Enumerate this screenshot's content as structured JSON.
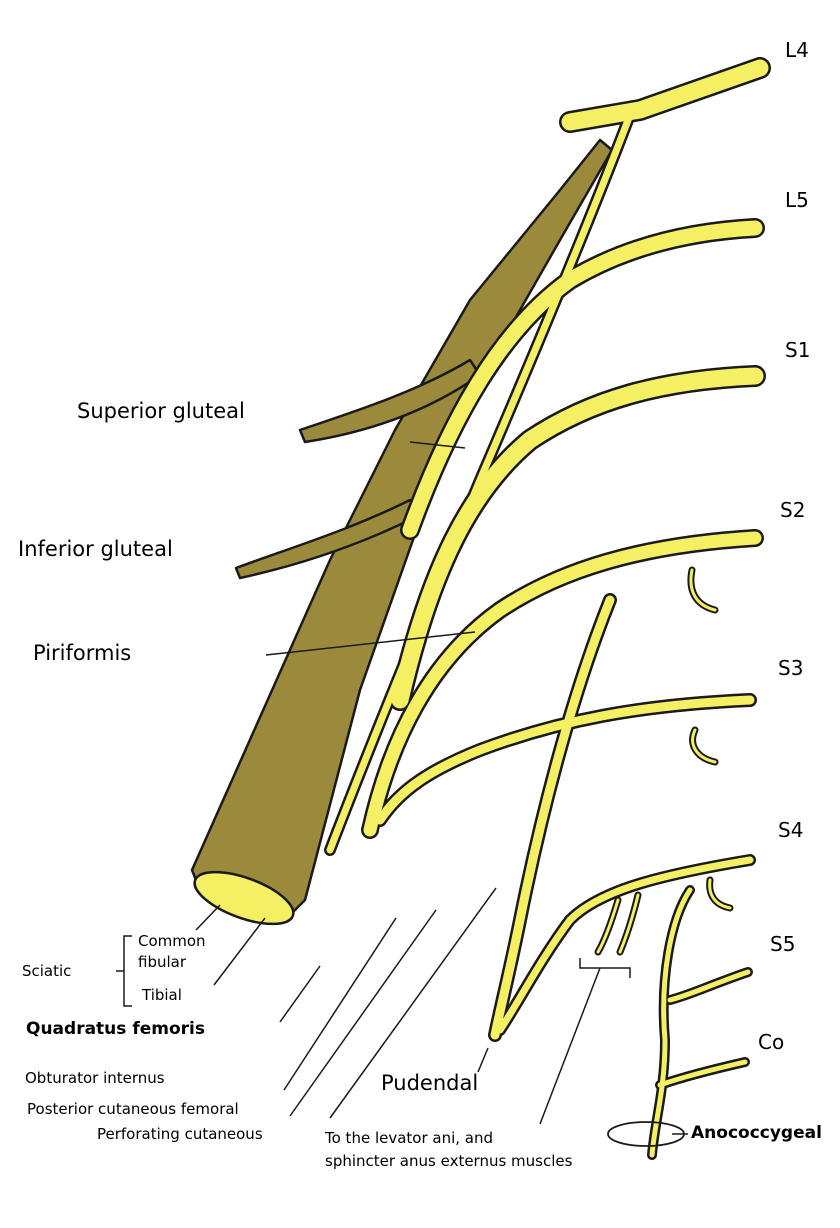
{
  "colors": {
    "nerve_fill": "#f5ef63",
    "nerve_dark": "#9c8a3c",
    "outline": "#1a1a1a",
    "background": "#ffffff"
  },
  "roots": {
    "l4": "L4",
    "l5": "L5",
    "s1": "S1",
    "s2": "S2",
    "s3": "S3",
    "s4": "S4",
    "s5": "S5",
    "co": "Co"
  },
  "labels": {
    "superior_gluteal": "Superior gluteal",
    "inferior_gluteal": "Inferior gluteal",
    "piriformis": "Piriformis",
    "sciatic": "Sciatic",
    "common_fibular_1": "Common",
    "common_fibular_2": "fibular",
    "tibial": "Tibial",
    "quadratus_femoris": "Quadratus femoris",
    "obturator_internus": "Obturator internus",
    "posterior_cutaneous_femoral": "Posterior cutaneous femoral",
    "perforating_cutaneous": "Perforating cutaneous",
    "pudendal": "Pudendal",
    "levator_1": "To the levator ani, and",
    "levator_2": "sphincter anus externus muscles",
    "anococcygeal": "Anococcygeal"
  }
}
